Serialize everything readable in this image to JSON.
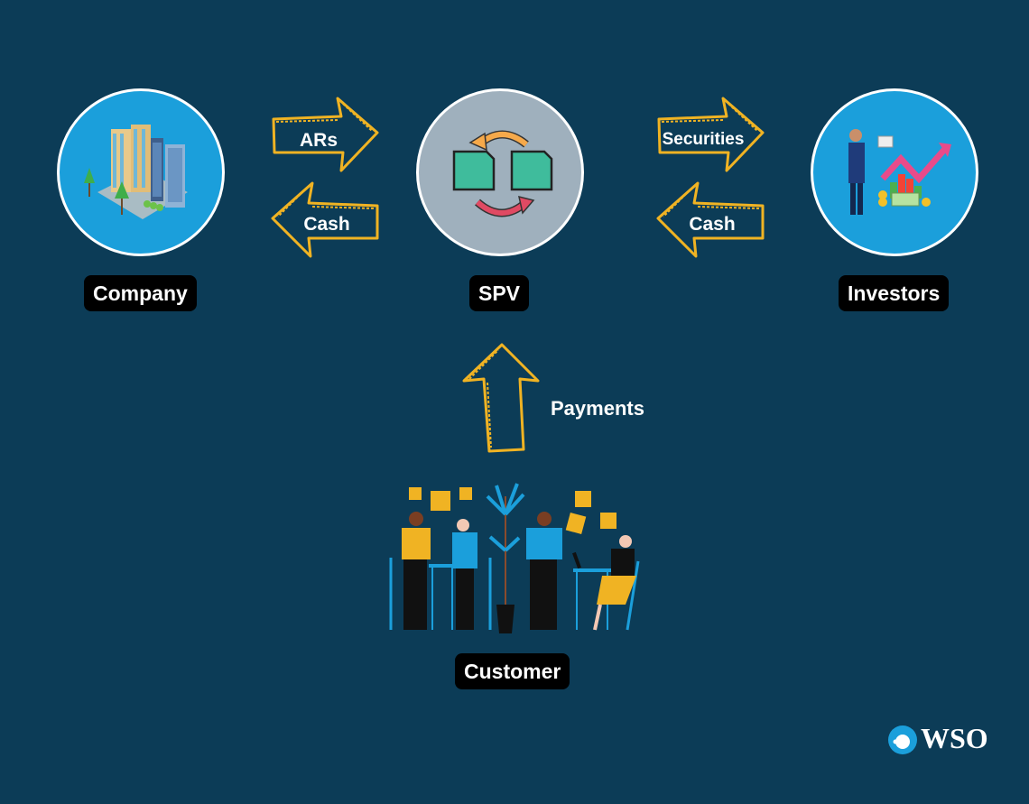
{
  "diagram": {
    "nodes": {
      "company": {
        "label": "Company",
        "icon": "office-buildings-icon",
        "color": "#1b9fdb"
      },
      "spv": {
        "label": "SPV",
        "icon": "document-exchange-icon",
        "color": "#9fb0bd"
      },
      "investors": {
        "label": "Investors",
        "icon": "investor-chart-icon",
        "color": "#1b9fdb"
      },
      "customer": {
        "label": "Customer",
        "icon": "office-people-icon"
      }
    },
    "flows": [
      {
        "from": "Company",
        "to": "SPV",
        "label": "ARs"
      },
      {
        "from": "SPV",
        "to": "Company",
        "label": "Cash"
      },
      {
        "from": "SPV",
        "to": "Investors",
        "label": "Securities"
      },
      {
        "from": "Investors",
        "to": "SPV",
        "label": "Cash"
      },
      {
        "from": "Customer",
        "to": "SPV",
        "label": "Payments"
      }
    ],
    "arrow_color": "#f0b323"
  },
  "branding": {
    "logo_text": "WSO"
  }
}
